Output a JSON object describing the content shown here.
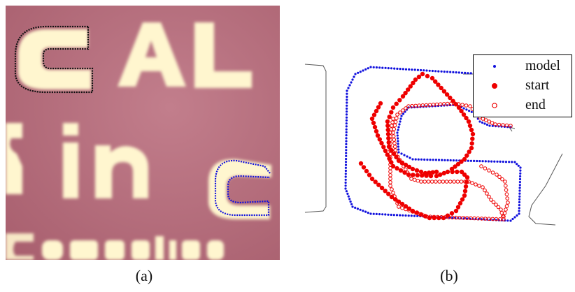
{
  "figure": {
    "panel_a": {
      "caption": "(a)",
      "photo_text": [
        "CAL",
        "in",
        "C",
        "Computing"
      ]
    },
    "panel_b": {
      "caption": "(b)",
      "legend": [
        "model",
        "start",
        "end"
      ]
    }
  },
  "colors": {
    "photo_bg": "#b96f7f",
    "letter_fill": "#fff6cf",
    "model": "#1010dd",
    "start": "#ee0000",
    "end": "#ee0000",
    "frame_lines": "#555555"
  }
}
